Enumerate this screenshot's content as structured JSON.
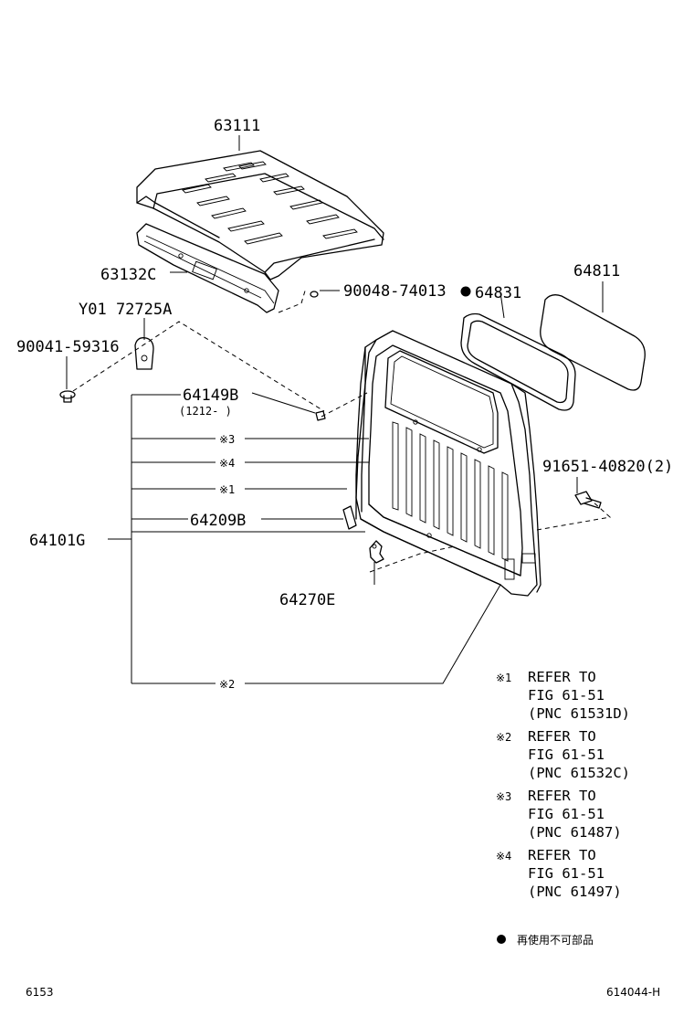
{
  "parts": {
    "roof_panel": "63111",
    "roof_rail": "63132C",
    "clip_90048": "90048-74013",
    "seal_64831": "64831",
    "glass_64811": "64811",
    "y01_code": "Y01 72725A",
    "screw_90041": "90041-59316",
    "part_64149b": "64149B",
    "part_64149b_range": "(1212-      )",
    "ref3": "※3",
    "ref4": "※4",
    "ref1": "※1",
    "ref2": "※2",
    "part_64209b": "64209B",
    "back_panel": "64101G",
    "bolt_91651": "91651-40820(2)",
    "part_64270e": "64270E"
  },
  "notes": [
    {
      "mark": "※1",
      "l1": "REFER TO",
      "l2": "FIG 61-51",
      "l3": "(PNC 61531D)"
    },
    {
      "mark": "※2",
      "l1": "REFER TO",
      "l2": "FIG 61-51",
      "l3": "(PNC 61532C)"
    },
    {
      "mark": "※3",
      "l1": "REFER TO",
      "l2": "FIG 61-51",
      "l3": "(PNC 61487)"
    },
    {
      "mark": "※4",
      "l1": "REFER TO",
      "l2": "FIG 61-51",
      "l3": "(PNC 61497)"
    }
  ],
  "legend": {
    "text": "再使用不可部品"
  },
  "footer": {
    "left": "6153",
    "right": "614044-H"
  }
}
